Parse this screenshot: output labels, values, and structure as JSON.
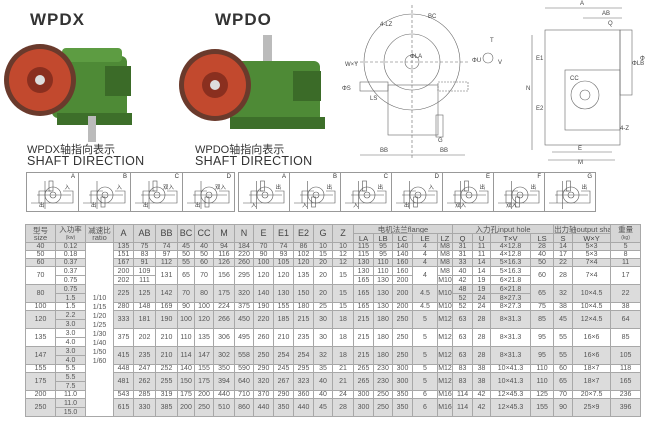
{
  "models": {
    "left": "WPDX",
    "right": "WPDO"
  },
  "captions": {
    "left_cn": "WPDX轴指向表示",
    "left_en": "SHAFT DIRECTION",
    "right_cn": "WPDO轴指向表示",
    "right_en": "SHAFT DIRECTION"
  },
  "drawing_labels": [
    "BC",
    "4-LZ",
    "W×Y",
    "ΦS",
    "LS",
    "ΦLA",
    "BB",
    "BB",
    "G",
    "T",
    "ΦU",
    "V",
    "A",
    "AB",
    "Q",
    "E1",
    "CC",
    "E2",
    "N",
    "ΦLB",
    "ΦLC",
    "4-Z",
    "E",
    "M"
  ],
  "wpdx_dirs": [
    {
      "letter": "A",
      "marks": [
        "入",
        "出"
      ]
    },
    {
      "letter": "B",
      "marks": [
        "入",
        "出"
      ]
    },
    {
      "letter": "C",
      "marks": [
        "双入",
        "出"
      ]
    },
    {
      "letter": "D",
      "marks": [
        "双入",
        "出"
      ]
    }
  ],
  "wpdo_dirs": [
    {
      "letter": "A",
      "marks": [
        "出",
        "入"
      ]
    },
    {
      "letter": "B",
      "marks": [
        "出",
        "入"
      ]
    },
    {
      "letter": "C",
      "marks": [
        "出",
        "入"
      ]
    },
    {
      "letter": "D",
      "marks": [
        "入",
        "出"
      ]
    },
    {
      "letter": "E",
      "marks": [
        "出",
        "双入"
      ]
    },
    {
      "letter": "F",
      "marks": [
        "出",
        "双入"
      ]
    },
    {
      "letter": "G",
      "marks": [
        "出",
        ""
      ]
    }
  ],
  "table": {
    "header": {
      "size_cn": "型号",
      "size_en": "size",
      "power_cn": "入功率",
      "power_en": "(kw)",
      "ratio_cn": "减速比",
      "ratio_en": "ratio",
      "dims": [
        "A",
        "AB",
        "BB",
        "BC",
        "CC",
        "M",
        "N",
        "E",
        "E1",
        "E2",
        "G",
        "Z"
      ],
      "flange": "电机法兰flange",
      "input": "入力孔input hole",
      "output": "出力轴output shaft",
      "weight_cn": "重量",
      "weight_en": "(kg)",
      "sub": [
        "LA",
        "LB",
        "LC",
        "LE",
        "LZ",
        "Q",
        "U",
        "T×V",
        "LS",
        "S",
        "W×Y"
      ]
    },
    "ratios": [
      "1/10",
      "1/15",
      "1/20",
      "1/25",
      "1/30",
      "1/40",
      "1/50",
      "1/60"
    ],
    "rows": [
      {
        "size": "40",
        "power": "0.12",
        "values": [
          "135",
          "75",
          "74",
          "45",
          "40",
          "94",
          "184",
          "70",
          "74",
          "86",
          "10",
          "10",
          "115",
          "95",
          "140",
          "4",
          "M8",
          "31",
          "11",
          "4×12.8",
          "28",
          "14",
          "5×3",
          "5"
        ]
      },
      {
        "size": "50",
        "power": "0.18",
        "values": [
          "151",
          "83",
          "97",
          "50",
          "50",
          "116",
          "220",
          "90",
          "93",
          "102",
          "15",
          "12",
          "115",
          "95",
          "140",
          "4",
          "M8",
          "31",
          "11",
          "4×12.8",
          "40",
          "17",
          "5×3",
          "8"
        ]
      },
      {
        "size": "60",
        "power": "0.37",
        "values": [
          "167",
          "91",
          "112",
          "55",
          "60",
          "126",
          "260",
          "100",
          "105",
          "120",
          "20",
          "12",
          "130",
          "110",
          "160",
          "4",
          "M8",
          "33",
          "14",
          "5×16.3",
          "50",
          "22",
          "7×4",
          "11"
        ]
      },
      {
        "size": "70",
        "power": [
          "0.37",
          "0.75"
        ],
        "values": [
          [
            "200",
            "202"
          ],
          [
            "109",
            "111"
          ],
          "131",
          "65",
          "70",
          "156",
          "295",
          "120",
          "120",
          "135",
          "20",
          "15",
          [
            "130",
            "165"
          ],
          [
            "110",
            "130"
          ],
          [
            "160",
            "200"
          ],
          "4",
          [
            "M8",
            "M10"
          ],
          [
            "40",
            "42"
          ],
          [
            "14",
            "19"
          ],
          [
            "5×16.3",
            "6×21.8"
          ],
          "60",
          "28",
          "7×4",
          "17"
        ]
      },
      {
        "size": "80",
        "power": [
          "0.75",
          "1.5"
        ],
        "values": [
          "225",
          "125",
          "142",
          "70",
          "80",
          "175",
          "320",
          "140",
          "130",
          "150",
          "20",
          "15",
          "165",
          "130",
          "200",
          "4.5",
          "M10",
          [
            "48",
            "52"
          ],
          [
            "19",
            "24"
          ],
          [
            "6×21.8",
            "8×27.3"
          ],
          "65",
          "32",
          "10×4.5",
          "22"
        ]
      },
      {
        "size": "100",
        "power": "1.5",
        "values": [
          "280",
          "148",
          "169",
          "90",
          "100",
          "224",
          "375",
          "190",
          "155",
          "180",
          "25",
          "15",
          "165",
          "130",
          "200",
          "4.5",
          "M10",
          "52",
          "24",
          "8×27.3",
          "75",
          "38",
          "10×4.5",
          "38"
        ]
      },
      {
        "size": "120",
        "power": [
          "2.2",
          "3.0"
        ],
        "values": [
          "333",
          "181",
          "190",
          "100",
          "120",
          "266",
          "450",
          "220",
          "185",
          "215",
          "30",
          "18",
          "215",
          "180",
          "250",
          "5",
          "M12",
          "63",
          "28",
          "8×31.3",
          "85",
          "45",
          "12×4.5",
          "64"
        ]
      },
      {
        "size": "135",
        "power": [
          "3.0",
          "4.0"
        ],
        "values": [
          "375",
          "202",
          "210",
          "110",
          "135",
          "306",
          "495",
          "260",
          "210",
          "235",
          "30",
          "18",
          "215",
          "180",
          "250",
          "5",
          "M12",
          "63",
          "28",
          "8×31.3",
          "95",
          "55",
          "16×6",
          "85"
        ]
      },
      {
        "size": "147",
        "power": [
          "3.0",
          "4.0"
        ],
        "values": [
          "415",
          "235",
          "210",
          "114",
          "147",
          "302",
          "558",
          "250",
          "254",
          "254",
          "32",
          "18",
          "215",
          "180",
          "250",
          "5",
          "M12",
          "63",
          "28",
          "8×31.3",
          "95",
          "55",
          "16×6",
          "105"
        ]
      },
      {
        "size": "155",
        "power": "5.5",
        "values": [
          "448",
          "247",
          "252",
          "140",
          "155",
          "350",
          "590",
          "290",
          "245",
          "295",
          "35",
          "21",
          "265",
          "230",
          "300",
          "5",
          "M12",
          "83",
          "38",
          "10×41.3",
          "110",
          "60",
          "18×7",
          "118"
        ]
      },
      {
        "size": "175",
        "power": [
          "5.5",
          "7.5"
        ],
        "values": [
          "481",
          "262",
          "255",
          "150",
          "175",
          "394",
          "640",
          "320",
          "267",
          "323",
          "40",
          "21",
          "265",
          "230",
          "300",
          "5",
          "M12",
          "83",
          "38",
          "10×41.3",
          "110",
          "65",
          "18×7",
          "165"
        ]
      },
      {
        "size": "200",
        "power": "11.0",
        "values": [
          "543",
          "285",
          "319",
          "175",
          "200",
          "440",
          "710",
          "370",
          "290",
          "360",
          "40",
          "24",
          "300",
          "250",
          "350",
          "6",
          "M16",
          "114",
          "42",
          "12×45.3",
          "125",
          "70",
          "20×7.5",
          "236"
        ]
      },
      {
        "size": "250",
        "power": [
          "11.0",
          "15.0"
        ],
        "values": [
          "615",
          "330",
          "385",
          "200",
          "250",
          "510",
          "860",
          "440",
          "350",
          "440",
          "45",
          "28",
          "300",
          "250",
          "350",
          "6",
          "M16",
          "114",
          "42",
          "12×45.3",
          "155",
          "90",
          "25×9",
          "396"
        ]
      }
    ]
  }
}
